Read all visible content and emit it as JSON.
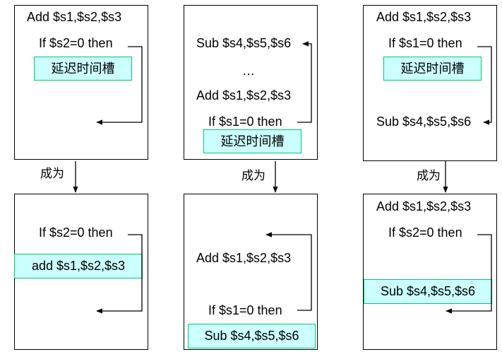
{
  "colors": {
    "slot_fill": "#ccffff",
    "slot_border": "#00cc66",
    "stroke": "#000000"
  },
  "becomes_label": "成为",
  "panel_a": {
    "before": {
      "line1": "Add $s1,$s2,$s3",
      "line2": "If $s2=0 then",
      "slot": "延迟时间槽"
    },
    "after": {
      "line1": "If $s2=0 then",
      "slot": "add $s1,$s2,$s3"
    }
  },
  "panel_b": {
    "before": {
      "line1": "Sub $s4,$s5,$s6",
      "line2": "…",
      "line3": "Add $s1,$s2,$s3",
      "line4": "If $s1=0 then",
      "slot": "延迟时间槽"
    },
    "after": {
      "line1": "Add $s1,$s2,$s3",
      "line2": "If $s1=0 then",
      "slot": "Sub $s4,$s5,$s6"
    }
  },
  "panel_c": {
    "before": {
      "line1": "Add $s1,$s2,$s3",
      "line2": "If $s1=0 then",
      "slot": "延迟时间槽",
      "line3": "Sub $s4,$s5,$s6"
    },
    "after": {
      "line1": "Add $s1,$s2,$s3",
      "line2": "If $s2=0 then",
      "slot": "Sub $s4,$s5,$s6"
    }
  }
}
